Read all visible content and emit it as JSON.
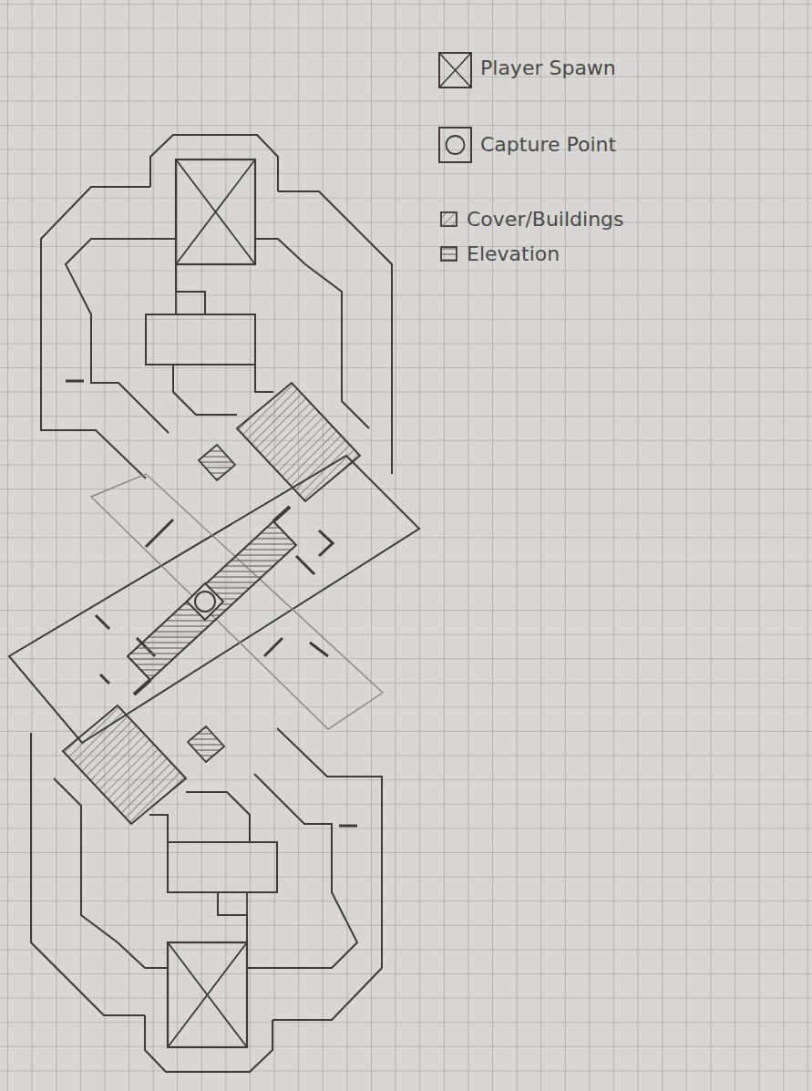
{
  "diagram": {
    "legend": [
      {
        "text": "Player Spawn"
      },
      {
        "text": "Capture Point"
      },
      {
        "text": "Cover/Buildings"
      },
      {
        "text": "Elevation"
      }
    ]
  }
}
